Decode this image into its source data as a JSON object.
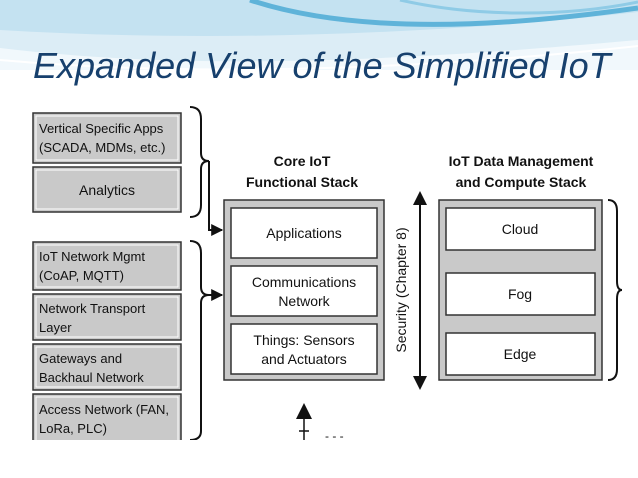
{
  "slide": {
    "title": "Expanded View of the Simplified IoT Architecture",
    "background": "#ffffff",
    "swoosh_color": "#5fb3d9",
    "title_color": "#17406d",
    "box_fill": "#c9c9c9"
  },
  "diagram": {
    "left_column": {
      "group1": [
        {
          "lines": [
            "Vertical Specific Apps",
            "(SCADA, MDMs, etc.)"
          ]
        },
        {
          "lines": [
            "Analytics"
          ]
        }
      ],
      "group2": [
        {
          "lines": [
            "IoT Network Mgmt",
            "(CoAP, MQTT)"
          ]
        },
        {
          "lines": [
            "Network Transport",
            "Layer"
          ]
        },
        {
          "lines": [
            "Gateways and",
            "Backhaul Network"
          ]
        },
        {
          "lines": [
            "Access Network (FAN,",
            "LoRa, PLC)"
          ]
        }
      ]
    },
    "core_stack": {
      "title_lines": [
        "Core IoT",
        "Functional Stack"
      ],
      "layers": [
        {
          "lines": [
            "Applications"
          ]
        },
        {
          "lines": [
            "Communications",
            "Network"
          ]
        },
        {
          "lines": [
            "Things: Sensors",
            "and Actuators"
          ]
        }
      ]
    },
    "security_label": "Security (Chapter 8)",
    "data_stack": {
      "title_lines": [
        "IoT Data Management",
        "and Compute Stack"
      ],
      "layers": [
        {
          "lines": [
            "Cloud"
          ]
        },
        {
          "lines": [
            "Fog"
          ]
        },
        {
          "lines": [
            "Edge"
          ]
        }
      ]
    }
  }
}
